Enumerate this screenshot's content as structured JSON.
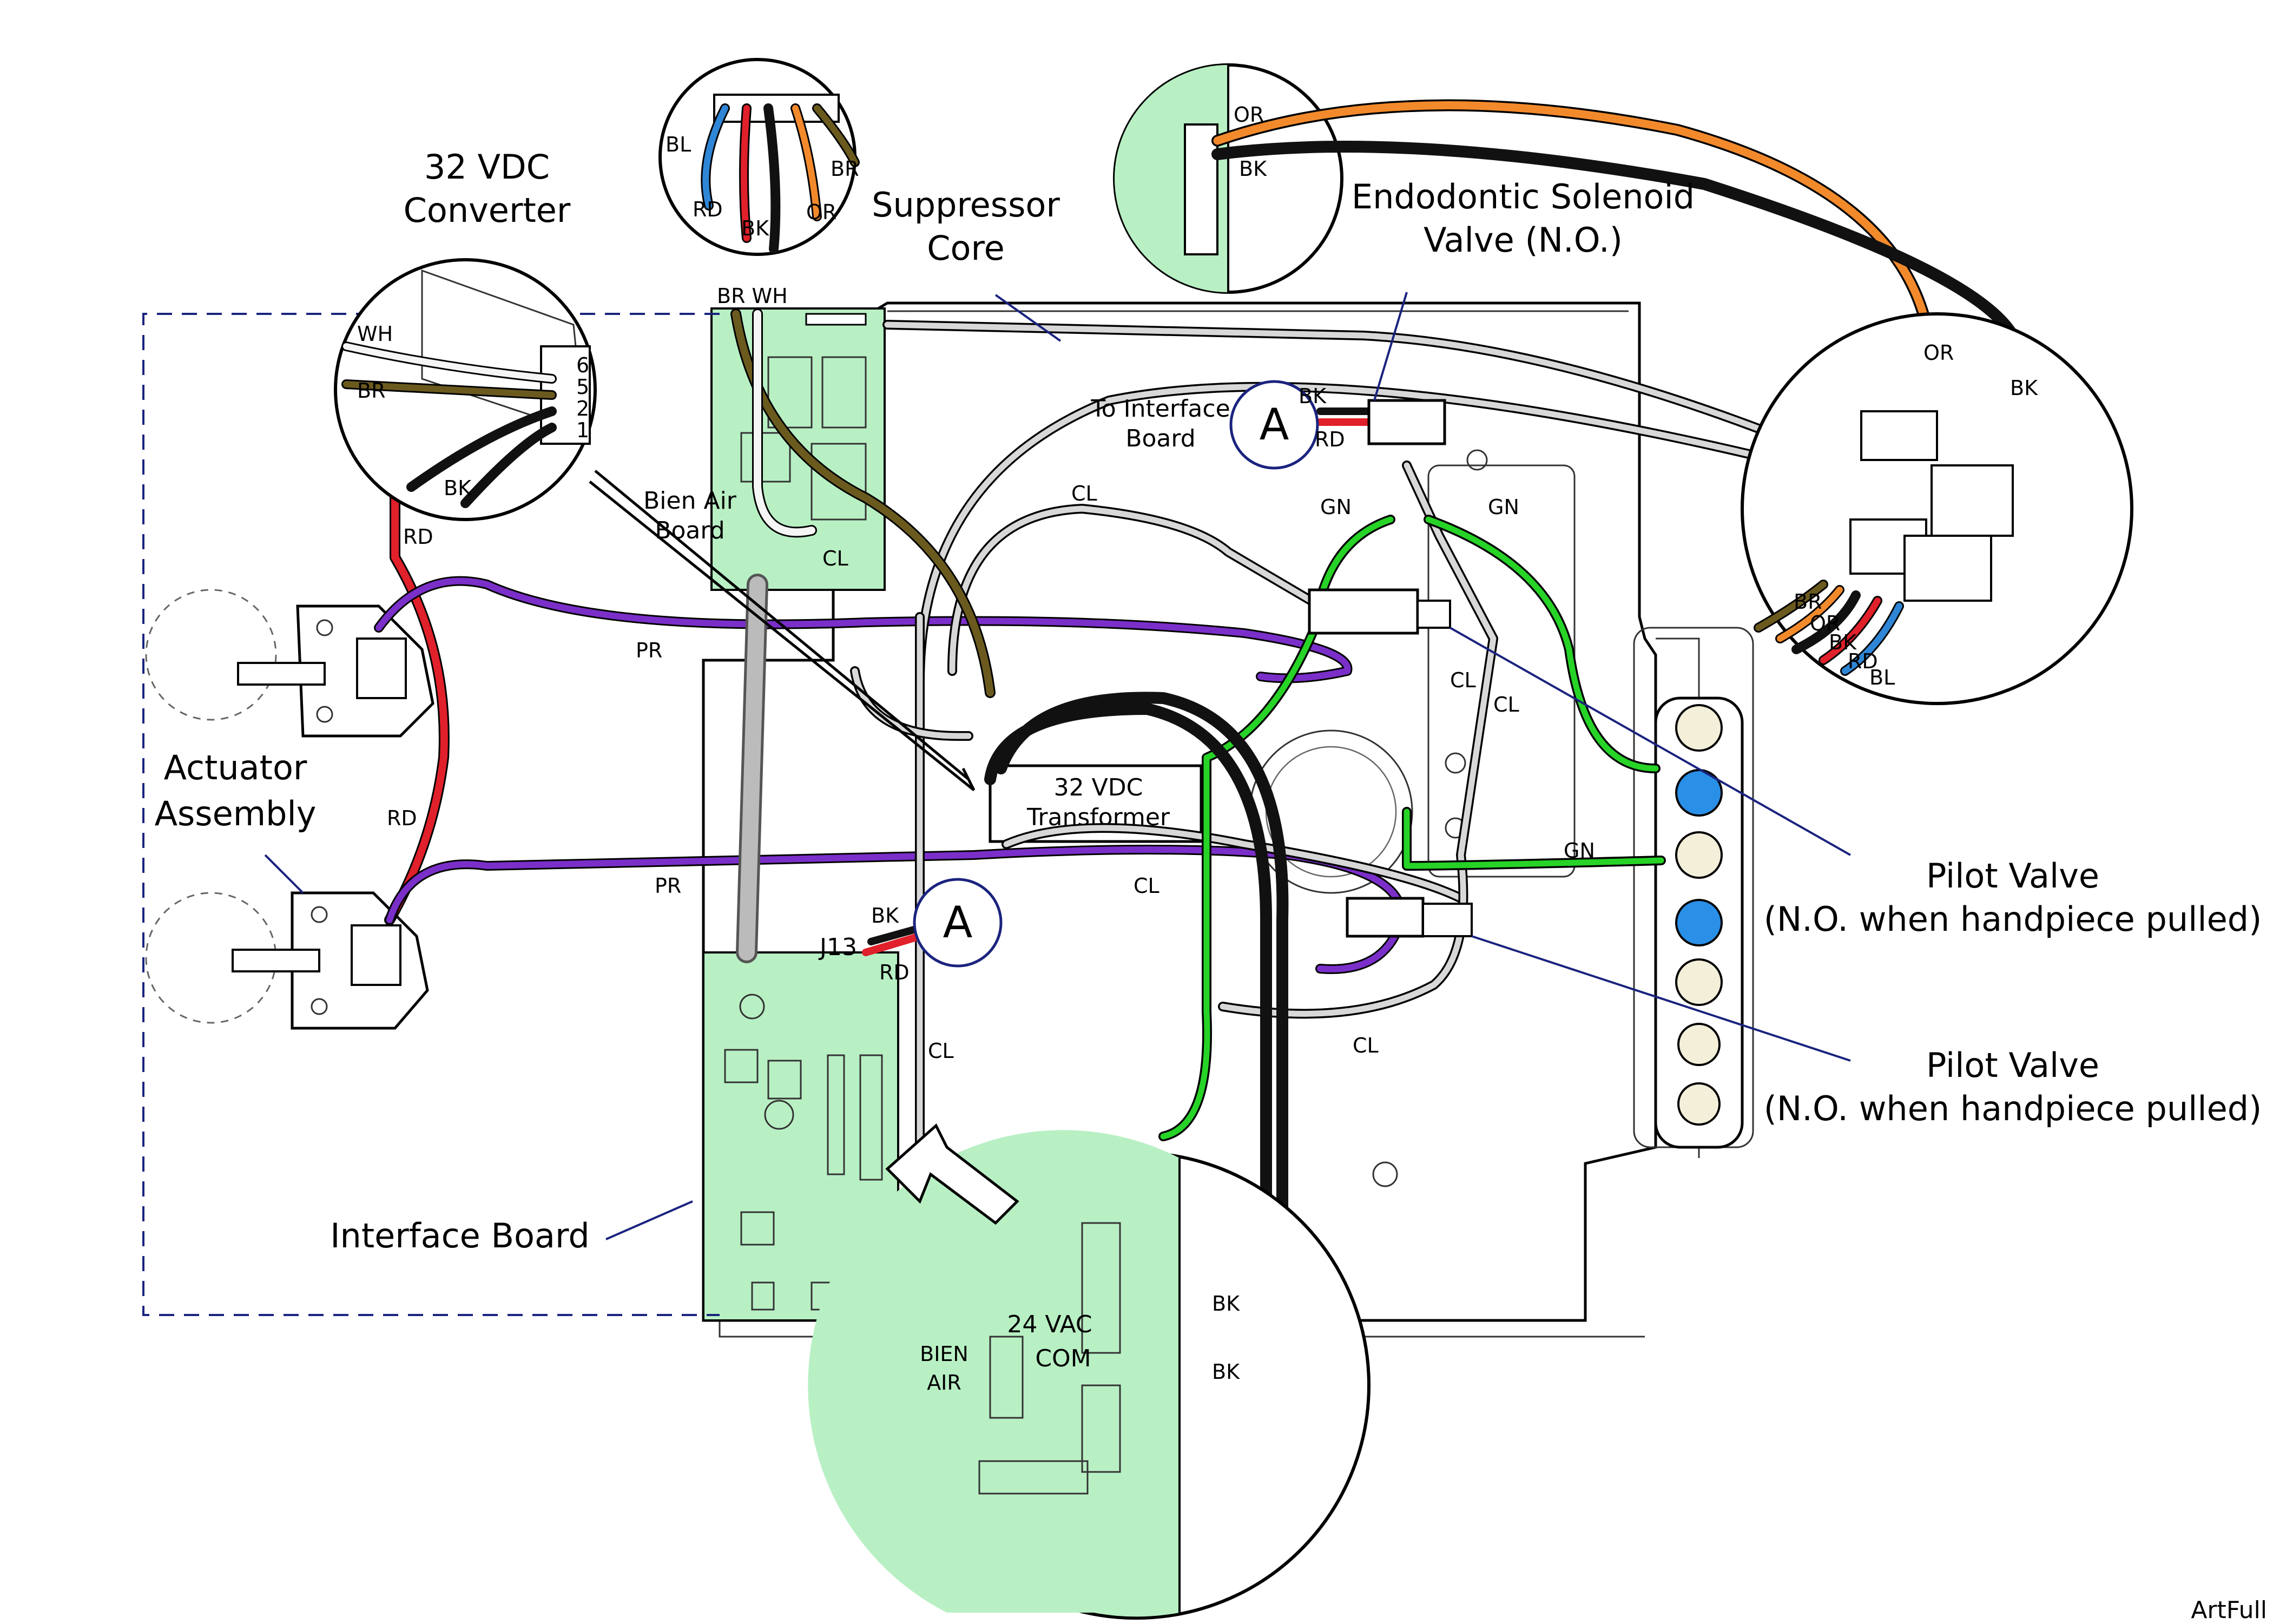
{
  "labels": {
    "converter_title": "32 VDC",
    "converter_title2": "Converter",
    "suppressor": "Suppressor",
    "suppressor2": "Core",
    "endo_valve": "Endodontic Solenoid",
    "endo_valve2": "Valve (N.O.)",
    "to_interface": "To Interface",
    "to_interface2": "Board",
    "bien_air_board": "Bien Air",
    "bien_air_board2": "Board",
    "actuator": "Actuator",
    "actuator2": "Assembly",
    "transformer": "32 VDC",
    "transformer2": "Transformer",
    "pilot_valve_1": "Pilot Valve",
    "pilot_valve_1b": "(N.O. when handpiece pulled)",
    "pilot_valve_2": "Pilot Valve",
    "pilot_valve_2b": "(N.O. when handpiece pulled)",
    "interface_board": "Interface Board",
    "j13": "J13",
    "vac24": "24 VAC",
    "com": "COM",
    "bien_air_conn": "BIEN",
    "bien_air_conn2": "AIR",
    "callout_a": "A",
    "watermark": "ArtFull"
  },
  "wire_codes": {
    "bl": "BL",
    "rd": "RD",
    "bk": "BK",
    "or": "OR",
    "br": "BR",
    "wh": "WH",
    "pr": "PR",
    "cl": "CL",
    "gn": "GN",
    "br_wh": "BR WH"
  },
  "pins": [
    "6",
    "5",
    "2",
    "1"
  ],
  "colors": {
    "blue": "#2f86d6",
    "red": "#e0202a",
    "black": "#111111",
    "orange": "#f28a2c",
    "brown": "#6b5a1e",
    "white": "#f5f5f5",
    "purple": "#7b2fc9",
    "green": "#27d327",
    "clear": "#bdbdbd",
    "board": "#b8f0c4",
    "leader": "#1a237e",
    "knob_blue": "#2a8fe6",
    "knob_cream": "#f3efd9"
  }
}
